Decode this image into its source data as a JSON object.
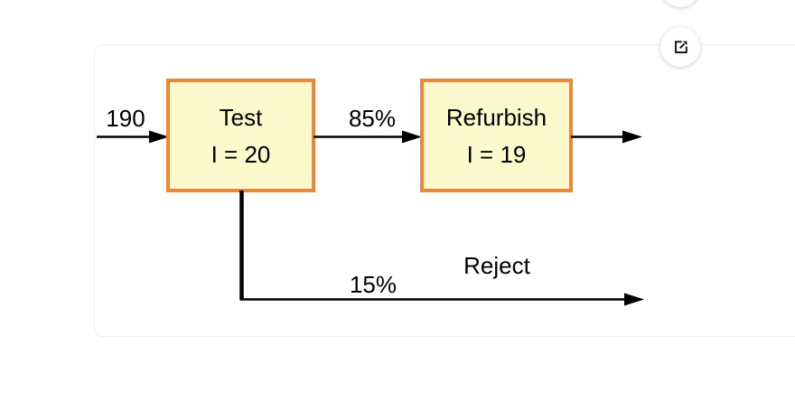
{
  "diagram": {
    "input_label": "190",
    "nodes": [
      {
        "title": "Test",
        "subtitle": "I = 20"
      },
      {
        "title": "Refurbish",
        "subtitle": "I = 19"
      }
    ],
    "labels": {
      "to_refurbish": "85%",
      "to_reject": "15%",
      "reject_name": "Reject"
    },
    "colors": {
      "node_fill": "#FCF9CD",
      "node_stroke": "#EE8633",
      "edge": "#000000"
    }
  },
  "controls": {
    "icons": {
      "open_external": "open-in-new-icon"
    }
  }
}
